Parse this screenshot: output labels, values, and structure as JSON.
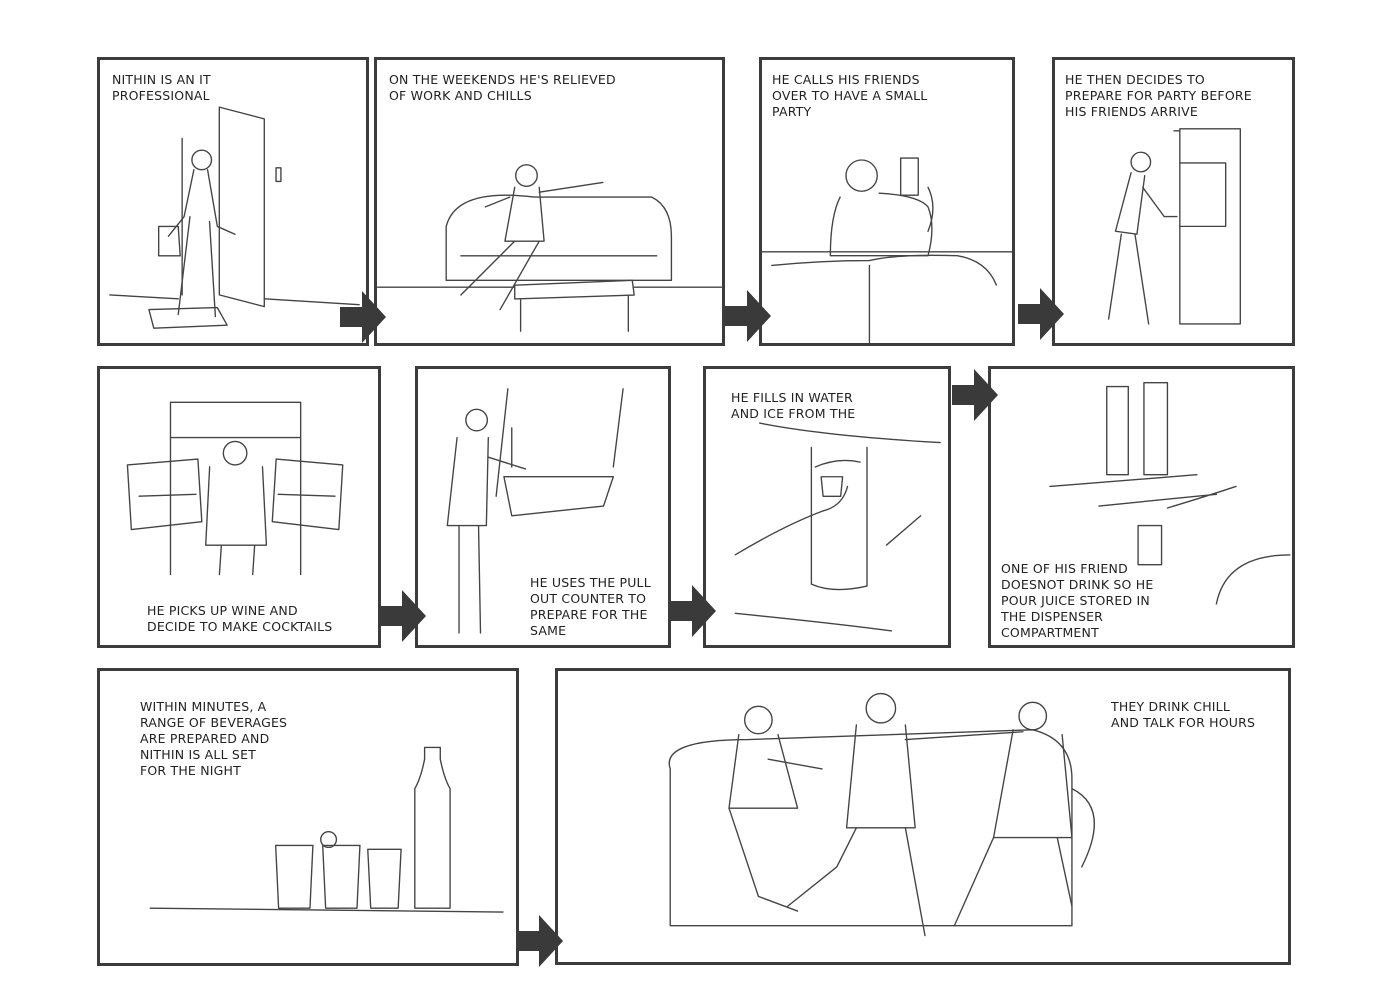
{
  "storyboard": {
    "panels": [
      {
        "caption": "NITHIN IS AN IT\nPROFESSIONAL"
      },
      {
        "caption": "ON THE WEEKENDS HE'S RELIEVED\nOF WORK AND CHILLS"
      },
      {
        "caption": "HE CALLS HIS FRIENDS\nOVER TO HAVE A SMALL\nPARTY"
      },
      {
        "caption": "HE THEN DECIDES TO\nPREPARE FOR PARTY BEFORE\nHIS FRIENDS ARRIVE"
      },
      {
        "caption": "HE PICKS UP WINE AND\nDECIDE TO MAKE COCKTAILS"
      },
      {
        "caption": "HE USES THE PULL\nOUT COUNTER TO\nPREPARE FOR THE\nSAME"
      },
      {
        "caption": "HE FILLS IN WATER\nAND ICE FROM THE"
      },
      {
        "caption": "ONE OF HIS FRIEND\nDOESNOT DRINK SO HE\nPOUR JUICE STORED IN\nTHE DISPENSER\nCOMPARTMENT"
      },
      {
        "caption": "WITHIN MINUTES, A\nRANGE OF BEVERAGES\nARE PREPARED AND\nNITHIN IS ALL SET\nFOR THE NIGHT"
      },
      {
        "caption": "THEY DRINK CHILL\nAND TALK FOR HOURS"
      }
    ],
    "arrow_color": "#3a3a3a",
    "border_color": "#3c3c3c"
  }
}
